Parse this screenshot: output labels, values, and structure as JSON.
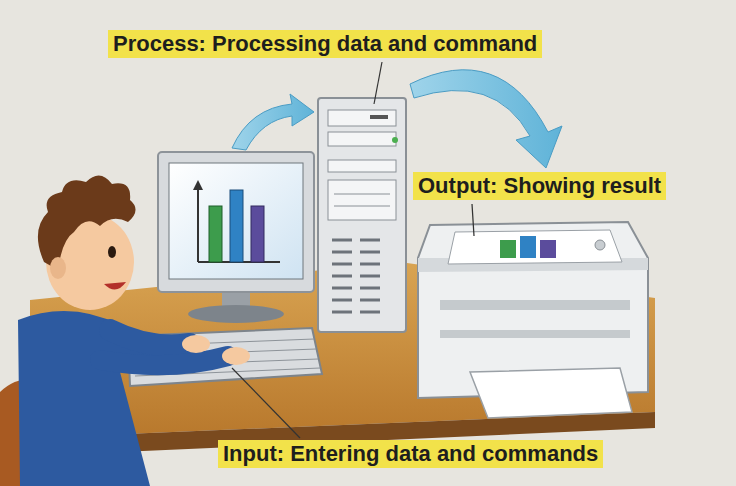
{
  "diagram": {
    "labels": [
      "Process: Processing data and command",
      "Output: Showing result",
      "Input: Entering data and commands"
    ]
  }
}
